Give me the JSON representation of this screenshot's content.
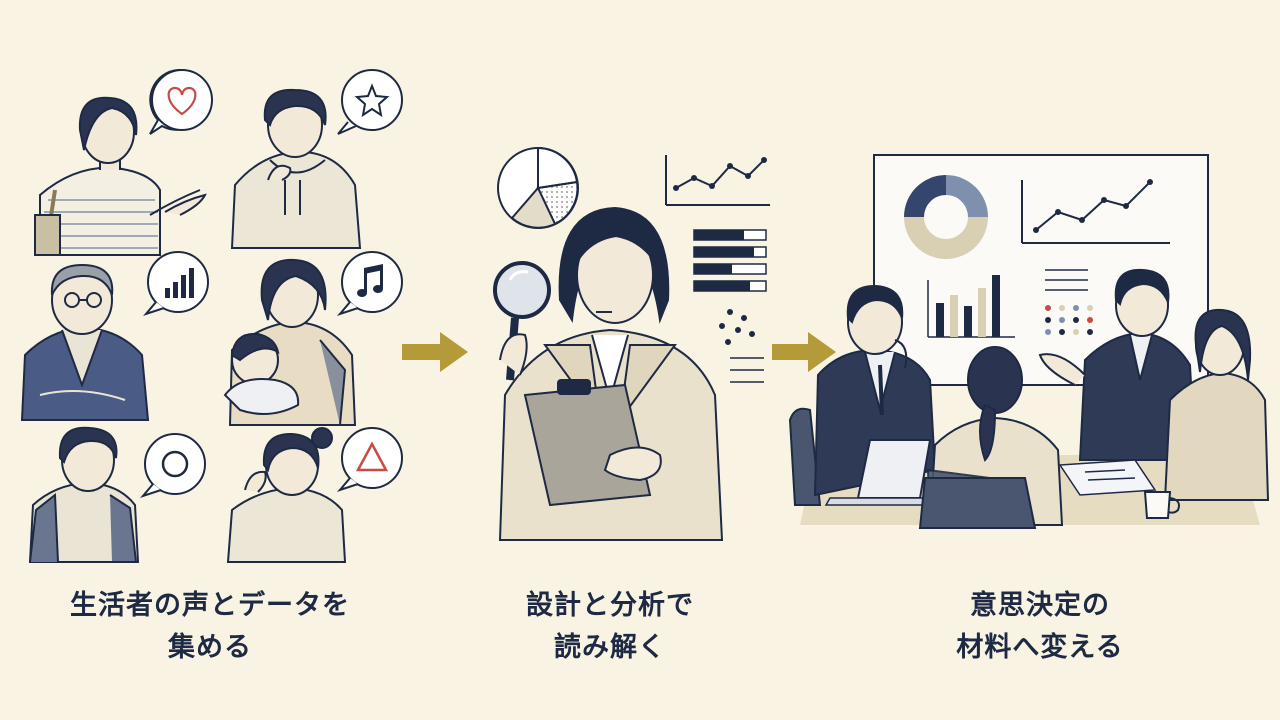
{
  "colors": {
    "background": "#f8f3e2",
    "ink": "#1e2a44",
    "navy": "#35466e",
    "arrow": "#b59a3a",
    "heart": "#c94a44",
    "triangle": "#c94a44",
    "beige": "#d9cfb2"
  },
  "steps": [
    {
      "line1": "生活者の声とデータを",
      "line2": "集める",
      "bubble_icons": [
        "heart-icon",
        "star-icon",
        "bar-chart-icon",
        "music-note-icon",
        "circle-icon",
        "triangle-icon"
      ]
    },
    {
      "line1": "設計と分析で",
      "line2": "読み解く",
      "icons": [
        "pie-chart-icon",
        "line-chart-icon",
        "bar-rows-icon",
        "dot-pattern-icon",
        "magnifier-icon",
        "clipboard-icon"
      ]
    },
    {
      "line1": "意思決定の",
      "line2": "材料へ変える",
      "icons": [
        "donut-chart-icon",
        "line-chart-icon",
        "bar-chart-icon",
        "dot-grid-icon",
        "laptop-icon",
        "coffee-cup-icon"
      ]
    }
  ],
  "arrows": [
    "arrow-right-icon",
    "arrow-right-icon"
  ]
}
